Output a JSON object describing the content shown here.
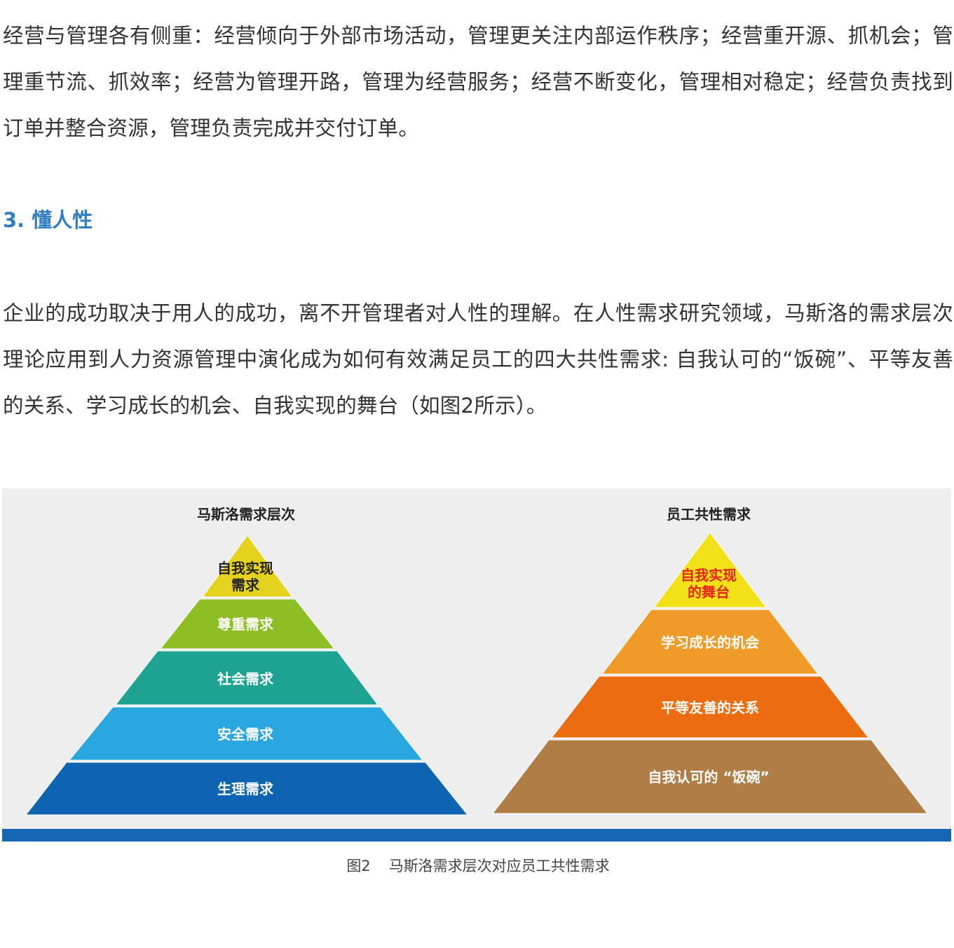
{
  "paragraphs": {
    "p1": "经营与管理各有侧重：经营倾向于外部市场活动，管理更关注内部运作秩序；经营重开源、抓机会；管理重节流、抓效率；经营为管理开路，管理为经营服务；经营不断变化，管理相对稳定；经营负责找到订单并整合资源，管理负责完成并交付订单。",
    "heading": "3. 懂人性",
    "p2": "企业的成功取决于用人的成功，离不开管理者对人性的理解。在人性需求研究领域，马斯洛的需求层次理论应用到人力资源管理中演化成为如何有效满足员工的四大共性需求: 自我认可的“饭碗”、平等友善的关系、学习成长的机会、自我实现的舞台（如图2所示）。"
  },
  "figure": {
    "left_pyramid": {
      "title": "马斯洛需求层次",
      "levels": [
        {
          "line1": "自我实现",
          "line2": "需求",
          "color": "#e4d21c",
          "text_color": "#222222"
        },
        {
          "line1": "尊重需求",
          "line2": "",
          "color": "#8dbe23",
          "text_color": "#ffffff"
        },
        {
          "line1": "社会需求",
          "line2": "",
          "color": "#1ea393",
          "text_color": "#ffffff"
        },
        {
          "line1": "安全需求",
          "line2": "",
          "color": "#2aa7df",
          "text_color": "#ffffff"
        },
        {
          "line1": "生理需求",
          "line2": "",
          "color": "#0d65b2",
          "text_color": "#ffffff"
        }
      ]
    },
    "right_pyramid": {
      "title": "员工共性需求",
      "levels": [
        {
          "line1": "自我实现",
          "line2": "的舞台",
          "color": "#f2e019",
          "text_color": "#e5231b"
        },
        {
          "line1": "学习成长的机会",
          "line2": "",
          "color": "#f09b28",
          "text_color": "#ffffff"
        },
        {
          "line1": "平等友善的关系",
          "line2": "",
          "color": "#ec6d0f",
          "text_color": "#ffffff"
        },
        {
          "line1": "自我认可的 “饭碗”",
          "line2": "",
          "color": "#b07d47",
          "text_color": "#ffffff"
        }
      ]
    },
    "bar_color": "#1566b3",
    "caption_label": "图2",
    "caption_text": "马斯洛需求层次对应员工共性需求"
  }
}
